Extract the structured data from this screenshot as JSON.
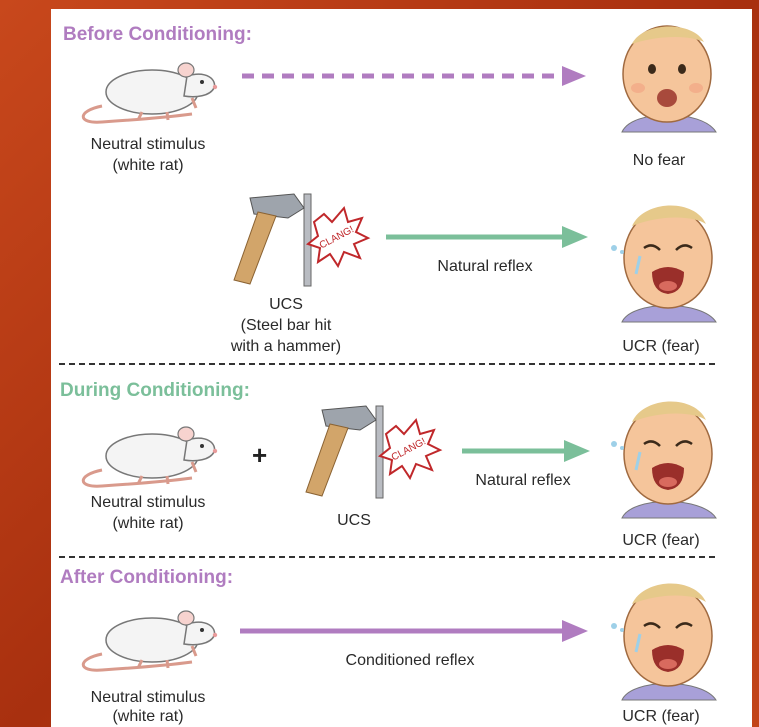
{
  "sections": {
    "before": {
      "title": "Before Conditioning:",
      "neutral_label_1": "Neutral stimulus",
      "neutral_label_2": "(white rat)",
      "no_fear": "No fear",
      "ucs_line_1": "UCS",
      "ucs_line_2": "(Steel bar hit",
      "ucs_line_3": "with a hammer)",
      "reflex": "Natural reflex",
      "ucr": "UCR (fear)",
      "clang": "CLANG!"
    },
    "during": {
      "title": "During Conditioning:",
      "neutral_label_1": "Neutral stimulus",
      "neutral_label_2": "(white rat)",
      "plus": "+",
      "ucs": "UCS",
      "reflex": "Natural reflex",
      "ucr": "UCR (fear)",
      "clang": "CLANG!"
    },
    "after": {
      "title": "After Conditioning:",
      "neutral_label_1": "Neutral stimulus",
      "neutral_label_2": "(white rat)",
      "reflex": "Conditioned reflex",
      "ucr": "UCR (fear)"
    }
  },
  "colors": {
    "purple": "#b07cc0",
    "green": "#7bbf9a",
    "background": "#b23a14"
  },
  "icons": [
    "rat-icon",
    "baby-calm-icon",
    "baby-crying-icon",
    "hammer-bar-icon"
  ]
}
